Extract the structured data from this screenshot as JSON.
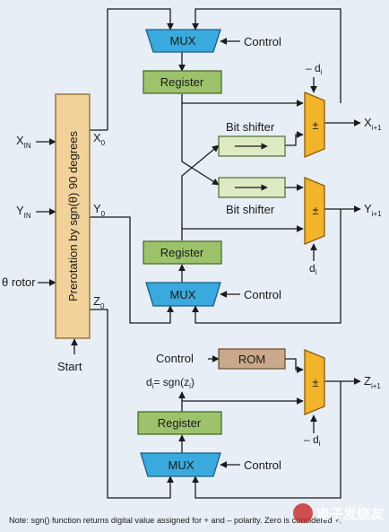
{
  "diagram": {
    "blocks": {
      "mux_x": "MUX",
      "mux_y": "MUX",
      "mux_z": "MUX",
      "register_x": "Register",
      "register_y": "Register",
      "register_z": "Register",
      "shifter_top": "Bit shifter",
      "shifter_bottom": "Bit shifter",
      "rom": "ROM",
      "prerotation": "Prerotation by sgn(θ) 90 degrees",
      "adder_symbol": "±"
    },
    "labels": {
      "control": "Control",
      "x_in": "X",
      "x_in_sub": "IN",
      "y_in": "Y",
      "y_in_sub": "IN",
      "theta_rotor": "θ rotor",
      "start": "Start",
      "x0": "X",
      "y0": "Y",
      "z0": "Z",
      "sub0": "0",
      "x_out": "X",
      "y_out": "Y",
      "z_out": "Z",
      "out_sub": "i+1",
      "neg_di": "– d",
      "di": "d",
      "di_sub": "i",
      "di_sgn": "d",
      "di_sgn_rest": "= sgn(z",
      "di_sgn_end": ")"
    },
    "note": "Note: sgn() function returns digital value assigned for + and – polarity. Zero is considered +.",
    "watermark": "电子发烧友",
    "colors": {
      "background": "#e7eef6",
      "mux": "#3aa9dd",
      "register": "#9cc36b",
      "shifter": "#dcebc3",
      "rom": "#c9a98a",
      "adder": "#f2b42a",
      "prerotation": "#f1d29a"
    }
  }
}
